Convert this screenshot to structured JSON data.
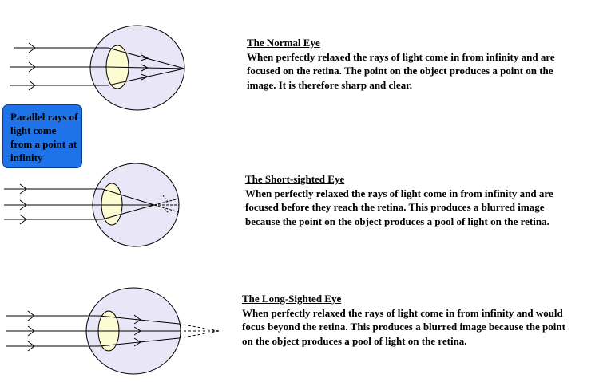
{
  "callout": {
    "text": "Parallel rays of light come from a point at infinity"
  },
  "sections": [
    {
      "title": "The Normal Eye",
      "text": "When perfectly relaxed the rays of light come in from infinity and are focused on the retina. The point on the object produces a point on the image. It is therefore sharp and clear."
    },
    {
      "title": "The Short-sighted Eye",
      "text": "When perfectly relaxed the rays of light come in from infinity and are focused before they reach the retina. This produces a blurred image because the point on the object produces a pool of light on the retina."
    },
    {
      "title": "The Long-Sighted Eye",
      "text": "When perfectly relaxed the rays of light come in from infinity and would focus beyond the retina. This produces a blurred image because the point on the object produces a pool of light on the retina."
    }
  ],
  "colors": {
    "eyeball": "#e8e6f7",
    "lens": "#fdfbd2",
    "callout": "#1e73e8",
    "line": "#000000"
  }
}
